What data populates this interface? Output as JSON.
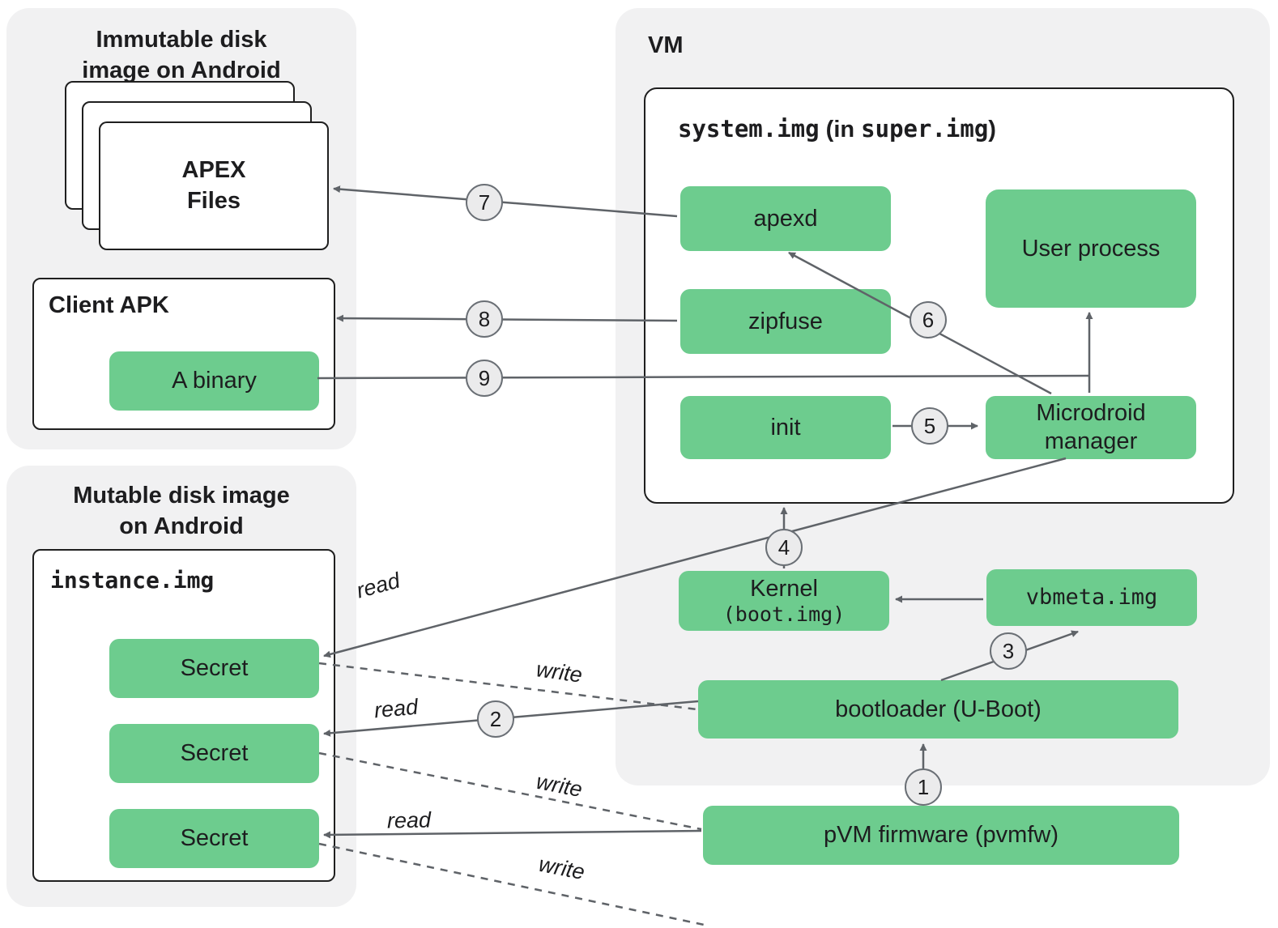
{
  "immutable_group": {
    "title": "Immutable disk\nimage on Android",
    "apex_files_label": "APEX\nFiles",
    "client_apk_label": "Client APK",
    "a_binary_label": "A binary"
  },
  "mutable_group": {
    "title": "Mutable disk image\non Android",
    "instance_img_label": "instance.img",
    "secrets": [
      "Secret",
      "Secret",
      "Secret"
    ]
  },
  "vm_group": {
    "title": "VM",
    "system_img_title": {
      "mono1": "system.img",
      "sans1": " (in ",
      "mono2": "super.img",
      "sans2": ")"
    },
    "apexd_label": "apexd",
    "zipfuse_label": "zipfuse",
    "init_label": "init",
    "user_process_label": "User process",
    "microdroid_manager_label": "Microdroid\nmanager",
    "kernel_label": "Kernel",
    "kernel_sub_label": "(boot.img)",
    "vbmeta_label": "vbmeta.img"
  },
  "boot_chain": {
    "bootloader_label": "bootloader (U-Boot)",
    "pvm_firmware_label": "pVM firmware (pvmfw)"
  },
  "steps": [
    "1",
    "2",
    "3",
    "4",
    "5",
    "6",
    "7",
    "8",
    "9"
  ],
  "edge_labels": {
    "read_mm": "read",
    "write_bl": "write",
    "read_bl": "read",
    "write_fw": "write",
    "read_fw": "read",
    "write_last": "write"
  },
  "colors": {
    "box_green": "#6dcc8e",
    "group_bg": "#f1f1f2",
    "edge_gray": "#5f6368"
  }
}
